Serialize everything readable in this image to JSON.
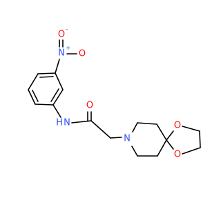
{
  "molecule": {
    "atom_labels": {
      "nitro_n": "N",
      "nitro_n_charge": "+",
      "nitro_o_top": "O",
      "nitro_o_top_charge": "-",
      "nitro_o_right": "O",
      "amide_n": "N",
      "amide_h": "H",
      "carbonyl_o": "O",
      "ring_n": "N",
      "dioxolane_o_top": "O",
      "dioxolane_o_bottom": "O"
    },
    "colors": {
      "carbon_bond": "#000000",
      "oxygen": "#ff0d0d",
      "nitrogen": "#3050f8",
      "background": "#ffffff"
    }
  }
}
